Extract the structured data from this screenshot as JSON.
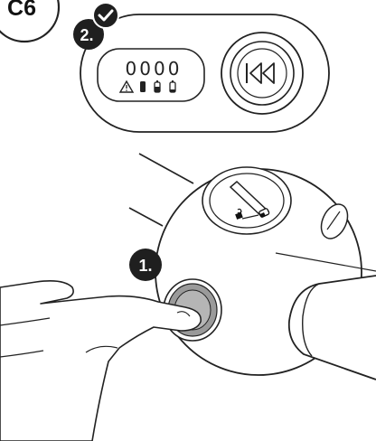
{
  "step_code": "C6",
  "panel": {
    "display_digits": "0000",
    "reset_button_icon": "rewind-to-start-icon",
    "status_icons": [
      "warning-triangle-icon",
      "battery-low-icon",
      "battery-medium-icon",
      "battery-full-icon"
    ]
  },
  "steps": [
    {
      "label": "1.",
      "description_icon": "press-button"
    },
    {
      "label": "2.",
      "description_icon": "checkmark-icon"
    }
  ],
  "device": {
    "window_marks": [
      "battery-hand-icon",
      "battery-icon"
    ]
  }
}
